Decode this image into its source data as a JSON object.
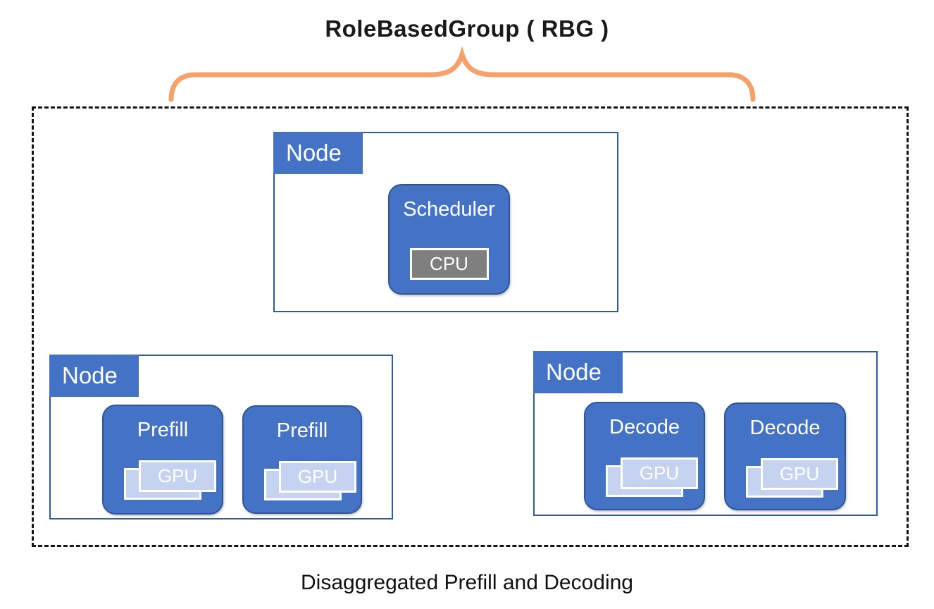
{
  "title": "RoleBasedGroup ( RBG )",
  "caption": "Disaggregated Prefill and Decoding",
  "nodes": [
    {
      "label": "Node",
      "roles": [
        {
          "name": "Scheduler",
          "device": "CPU"
        }
      ]
    },
    {
      "label": "Node",
      "roles": [
        {
          "name": "Prefill",
          "device": "GPU"
        },
        {
          "name": "Prefill",
          "device": "GPU"
        }
      ]
    },
    {
      "label": "Node",
      "roles": [
        {
          "name": "Decode",
          "device": "GPU"
        },
        {
          "name": "Decode",
          "device": "GPU"
        }
      ]
    }
  ],
  "colors": {
    "accent_blue": "#4472C4",
    "node_border_blue": "#2E5C9E",
    "role_border_blue": "#2F5597",
    "gpu_light_blue": "#C5D3F0",
    "cpu_gray": "#7F7F7F",
    "brace_orange": "#F5A169",
    "dashed_boundary_black": "#141414"
  }
}
